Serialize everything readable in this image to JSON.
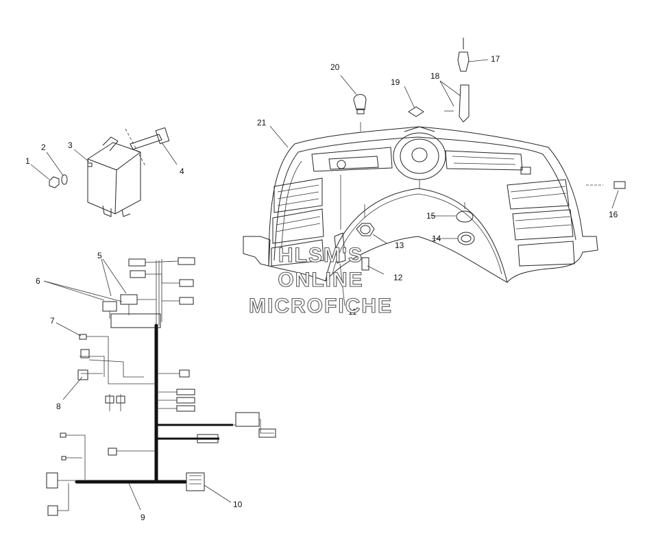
{
  "watermark": {
    "line1": "HLSM'S",
    "line2": "ONLINE",
    "line3": "MICROFICHE"
  },
  "callouts": [
    "1",
    "2",
    "3",
    "4",
    "5",
    "6",
    "7",
    "8",
    "9",
    "10",
    "11",
    "12",
    "13",
    "14",
    "15",
    "16",
    "17",
    "18",
    "19",
    "20",
    "21"
  ]
}
